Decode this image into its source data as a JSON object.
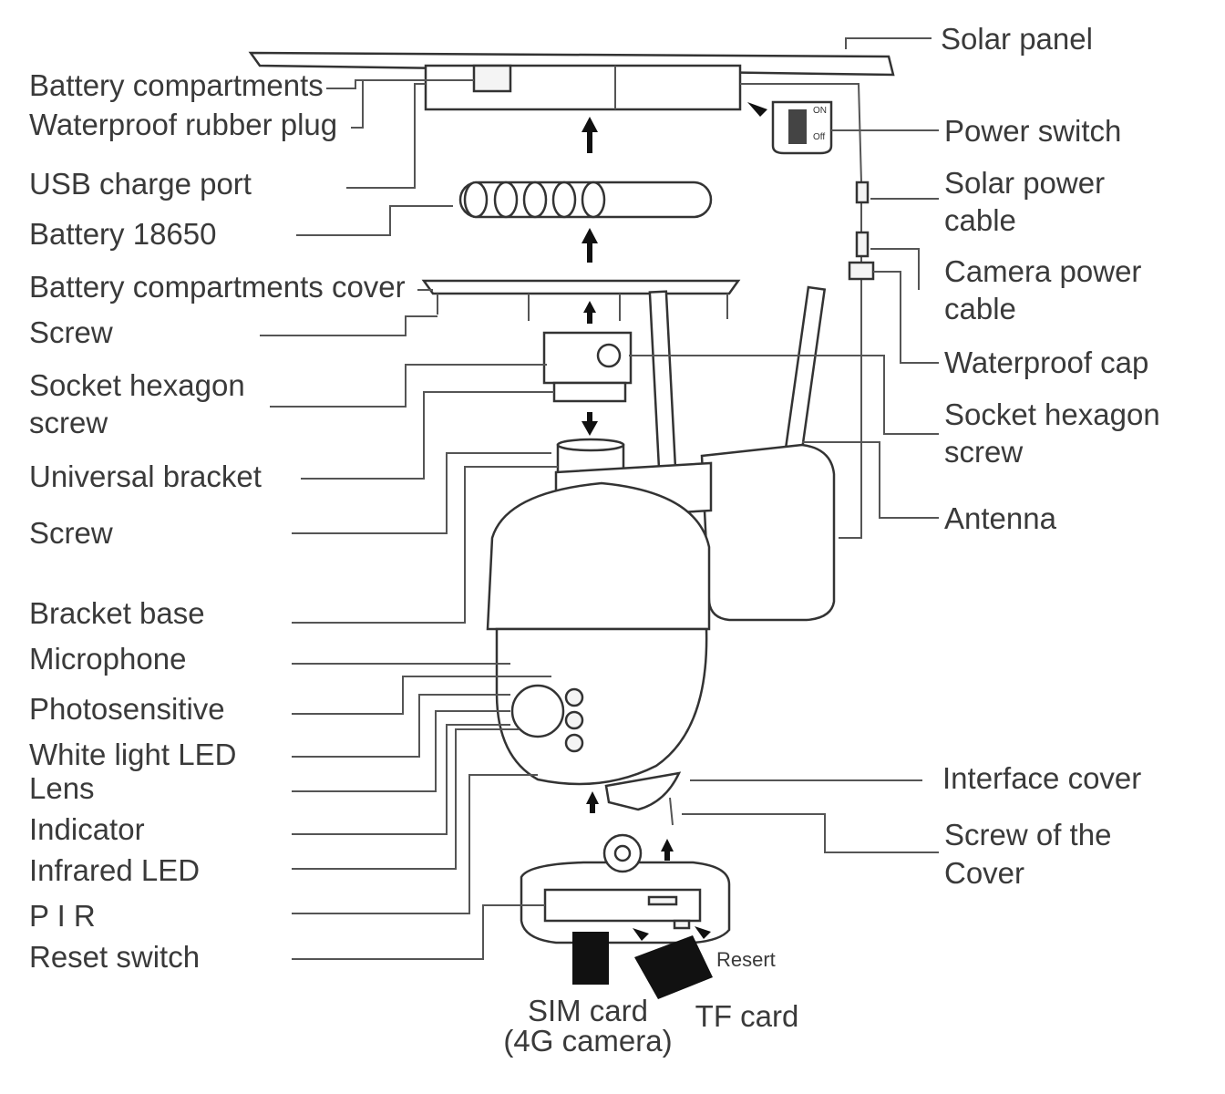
{
  "labels_left": [
    {
      "id": "battery-compartments",
      "text": "Battery compartments"
    },
    {
      "id": "waterproof-rubber-plug",
      "text": "Waterproof rubber plug"
    },
    {
      "id": "usb-charge-port",
      "text": "USB charge port"
    },
    {
      "id": "battery-18650",
      "text": "Battery 18650"
    },
    {
      "id": "battery-compartments-cover",
      "text": "Battery compartments cover"
    },
    {
      "id": "screw-top",
      "text": "Screw"
    },
    {
      "id": "socket-hexagon-screw-left-1",
      "text": "Socket hexagon"
    },
    {
      "id": "socket-hexagon-screw-left-2",
      "text": "screw"
    },
    {
      "id": "universal-bracket",
      "text": "Universal bracket"
    },
    {
      "id": "screw-mid",
      "text": "Screw"
    },
    {
      "id": "bracket-base",
      "text": "Bracket base"
    },
    {
      "id": "microphone",
      "text": "Microphone"
    },
    {
      "id": "photosensitive",
      "text": "Photosensitive"
    },
    {
      "id": "white-light-led",
      "text": "White light LED"
    },
    {
      "id": "lens",
      "text": "Lens"
    },
    {
      "id": "indicator",
      "text": "Indicator"
    },
    {
      "id": "infrared-led",
      "text": "Infrared LED"
    },
    {
      "id": "pir",
      "text": "P I R"
    },
    {
      "id": "reset-switch",
      "text": "Reset switch"
    }
  ],
  "labels_right": [
    {
      "id": "solar-panel",
      "text": "Solar panel"
    },
    {
      "id": "power-switch",
      "text": "Power switch"
    },
    {
      "id": "solar-power-cable-1",
      "text": "Solar power"
    },
    {
      "id": "solar-power-cable-2",
      "text": "cable"
    },
    {
      "id": "camera-power-cable-1",
      "text": "Camera power"
    },
    {
      "id": "camera-power-cable-2",
      "text": "cable"
    },
    {
      "id": "waterproof-cap",
      "text": "Waterproof cap"
    },
    {
      "id": "socket-hexagon-screw-right-1",
      "text": "Socket hexagon"
    },
    {
      "id": "socket-hexagon-screw-right-2",
      "text": "screw"
    },
    {
      "id": "antenna",
      "text": "Antenna"
    },
    {
      "id": "interface-cover",
      "text": "Interface cover"
    },
    {
      "id": "screw-of-cover-1",
      "text": "Screw of the"
    },
    {
      "id": "screw-of-cover-2",
      "text": "Cover"
    }
  ],
  "labels_bottom": {
    "sim_card_1": "SIM card",
    "sim_card_2": "(4G camera)",
    "tf_card": "TF card",
    "resert": "Resert"
  },
  "switch_marks": {
    "on": "ON",
    "off": "Off"
  }
}
